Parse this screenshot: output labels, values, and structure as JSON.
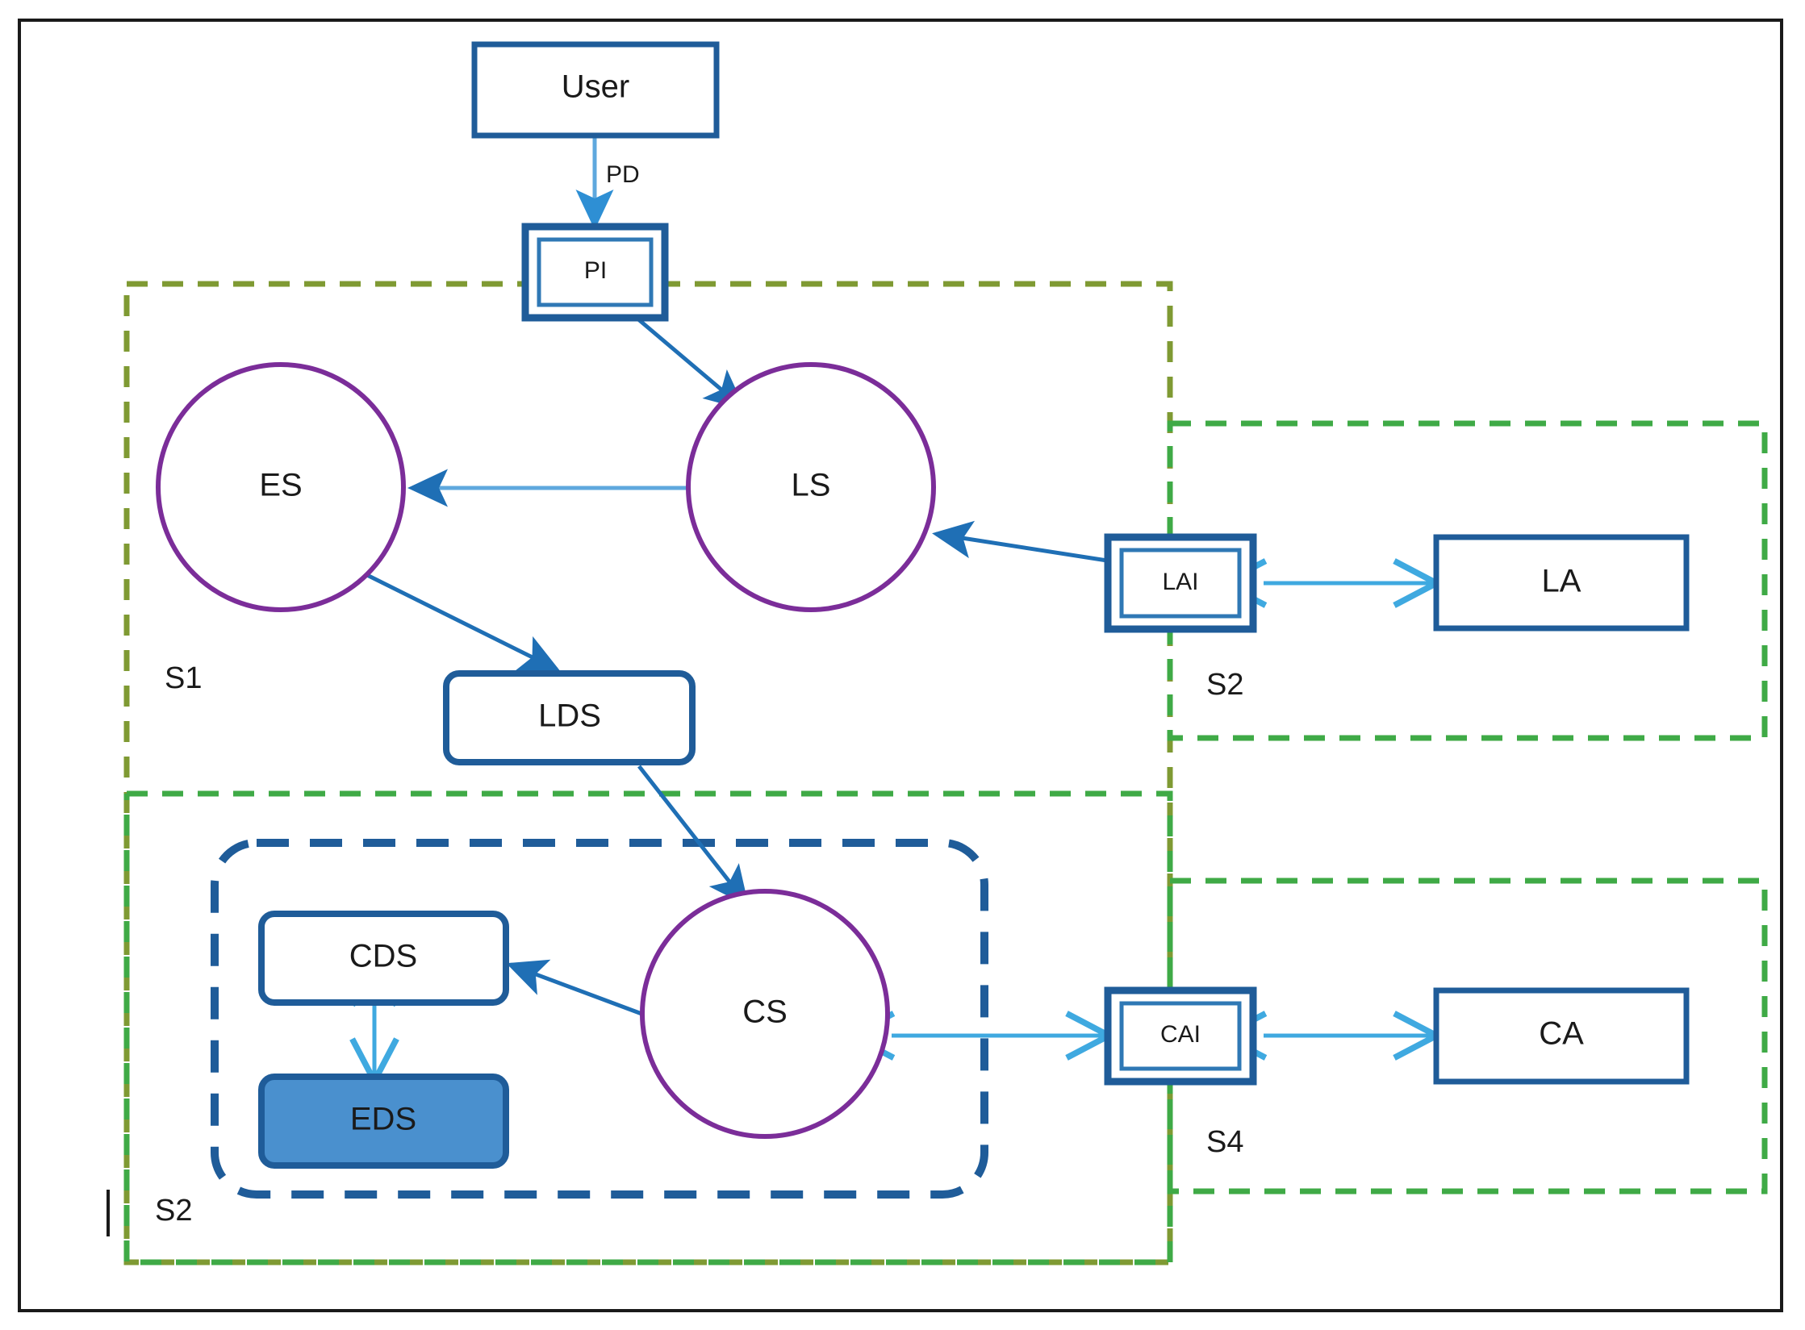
{
  "diagram": {
    "title": "System architecture block diagram",
    "frame": {
      "border_color": "#1a1a1a"
    },
    "colors": {
      "outer_frame": "#1a1a1a",
      "box_border_dark_blue": "#1f5c99",
      "box_fill_white": "#ffffff",
      "eds_fill": "#4a90ce",
      "circle_purple": "#7b2d99",
      "arrow_dark_blue": "#1f6fb5",
      "arrow_light_blue": "#3fa9e0",
      "zone_olive_dashed": "#7f9a33",
      "zone_green_dashed": "#3faa46",
      "zone_blue_dashed": "#1f5c99",
      "label_text": "#1a1a1a"
    },
    "zones": [
      {
        "id": "zone-s1",
        "label": "S1",
        "style": "dashed-olive",
        "note": "upper-left region containing PI, ES, LS, LDS"
      },
      {
        "id": "zone-s2-right",
        "label": "S2",
        "style": "dashed-green",
        "note": "right-upper region containing LAI and LA"
      },
      {
        "id": "zone-s2-lower",
        "label": "S2",
        "style": "dashed-green",
        "note": "lower-left region containing CDS, EDS, CS"
      },
      {
        "id": "zone-s4",
        "label": "S4",
        "style": "dashed-green",
        "note": "right-lower region containing CAI and CA"
      },
      {
        "id": "zone-inner-blue",
        "label": "",
        "style": "dashed-blue-rounded",
        "note": "inner rounded dashed box around CDS, EDS, CS"
      }
    ],
    "nodes": [
      {
        "id": "user",
        "label": "User",
        "shape": "rect",
        "fill": "white",
        "border": "dark-blue"
      },
      {
        "id": "pi",
        "label": "PI",
        "shape": "interface-double-rect",
        "fill": "white",
        "border": "dark-blue"
      },
      {
        "id": "es",
        "label": "ES",
        "shape": "circle",
        "fill": "white",
        "border": "purple"
      },
      {
        "id": "ls",
        "label": "LS",
        "shape": "circle",
        "fill": "white",
        "border": "purple"
      },
      {
        "id": "lds",
        "label": "LDS",
        "shape": "rounded-rect",
        "fill": "white",
        "border": "dark-blue"
      },
      {
        "id": "lai",
        "label": "LAI",
        "shape": "interface-double-rect",
        "fill": "white",
        "border": "dark-blue"
      },
      {
        "id": "la",
        "label": "LA",
        "shape": "rect",
        "fill": "white",
        "border": "dark-blue"
      },
      {
        "id": "cds",
        "label": "CDS",
        "shape": "rounded-rect",
        "fill": "white",
        "border": "dark-blue"
      },
      {
        "id": "eds",
        "label": "EDS",
        "shape": "rounded-rect",
        "fill": "blue",
        "border": "dark-blue"
      },
      {
        "id": "cs",
        "label": "CS",
        "shape": "circle",
        "fill": "white",
        "border": "purple"
      },
      {
        "id": "cai",
        "label": "CAI",
        "shape": "interface-double-rect",
        "fill": "white",
        "border": "dark-blue"
      },
      {
        "id": "ca",
        "label": "CA",
        "shape": "rect",
        "fill": "white",
        "border": "dark-blue"
      }
    ],
    "edges": [
      {
        "id": "edge-user-pi",
        "from": "user",
        "to": "pi",
        "label": "PD",
        "direction": "one-way",
        "color": "light-blue"
      },
      {
        "id": "edge-pi-ls",
        "from": "pi",
        "to": "ls",
        "label": "",
        "direction": "one-way",
        "color": "dark-blue"
      },
      {
        "id": "edge-ls-es",
        "from": "ls",
        "to": "es",
        "label": "",
        "direction": "one-way",
        "color": "light-blue"
      },
      {
        "id": "edge-es-lds",
        "from": "es",
        "to": "lds",
        "label": "",
        "direction": "one-way",
        "color": "dark-blue"
      },
      {
        "id": "edge-lds-cs",
        "from": "lds",
        "to": "cs",
        "label": "",
        "direction": "one-way",
        "color": "dark-blue"
      },
      {
        "id": "edge-lai-ls",
        "from": "lai",
        "to": "ls",
        "label": "",
        "direction": "one-way",
        "color": "dark-blue"
      },
      {
        "id": "edge-lai-la",
        "from": "lai",
        "to": "la",
        "label": "",
        "direction": "two-way",
        "color": "light-blue"
      },
      {
        "id": "edge-cs-cds",
        "from": "cs",
        "to": "cds",
        "label": "",
        "direction": "one-way",
        "color": "dark-blue"
      },
      {
        "id": "edge-cds-eds",
        "from": "cds",
        "to": "eds",
        "label": "",
        "direction": "two-way",
        "color": "light-blue"
      },
      {
        "id": "edge-cs-cai",
        "from": "cs",
        "to": "cai",
        "label": "",
        "direction": "two-way",
        "color": "light-blue"
      },
      {
        "id": "edge-cai-ca",
        "from": "cai",
        "to": "ca",
        "label": "",
        "direction": "two-way",
        "color": "light-blue"
      }
    ],
    "labels": {
      "user": "User",
      "pd": "PD",
      "pi": "PI",
      "es": "ES",
      "ls": "LS",
      "lds": "LDS",
      "lai": "LAI",
      "la": "LA",
      "cds": "CDS",
      "eds": "EDS",
      "cs": "CS",
      "cai": "CAI",
      "ca": "CA",
      "s1": "S1",
      "s2_right": "S2",
      "s2_lower": "S2",
      "s4": "S4"
    }
  }
}
